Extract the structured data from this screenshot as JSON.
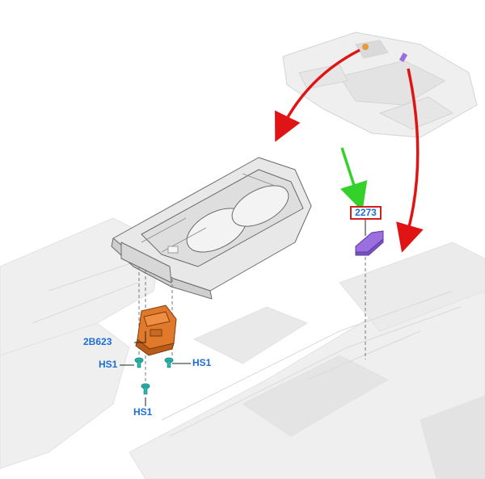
{
  "callouts": {
    "part_2273": "2273",
    "part_2b623": "2B623",
    "screw_left": "HS1",
    "screw_right": "HS1",
    "screw_bottom": "HS1"
  },
  "colors": {
    "callout_text": "#1b6fd1",
    "callout_box": "#d41f1f",
    "removal_arrow": "#e01414",
    "install_arrow": "#34d12a",
    "bracket_part": "#e07a2a",
    "floor_part": "#9b6fe0",
    "screw": "#2bb8b0",
    "ghost_structure": "#e6e6e6",
    "outline": "#555555"
  }
}
